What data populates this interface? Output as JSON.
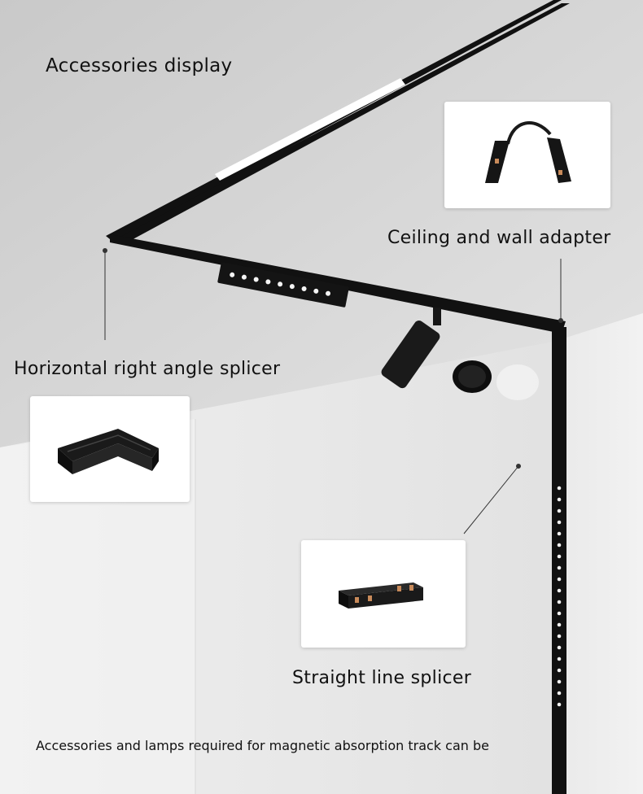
{
  "page": {
    "title": "Accessories display",
    "footer_text": "Accessories and lamps required for magnetic absorption track can be"
  },
  "accessories": [
    {
      "label": "Ceiling and wall adapter",
      "icon": "ceiling-wall-adapter-icon"
    },
    {
      "label": "Horizontal right angle splicer",
      "icon": "right-angle-splicer-icon"
    },
    {
      "label": "Straight line splicer",
      "icon": "straight-splicer-icon"
    }
  ],
  "colors": {
    "ceiling": "#d6d6d6",
    "wall": "#ececec",
    "track": "#111111",
    "led_strip": "#ffffff",
    "card": "#ffffff",
    "connector_accent": "#c88a5a"
  }
}
